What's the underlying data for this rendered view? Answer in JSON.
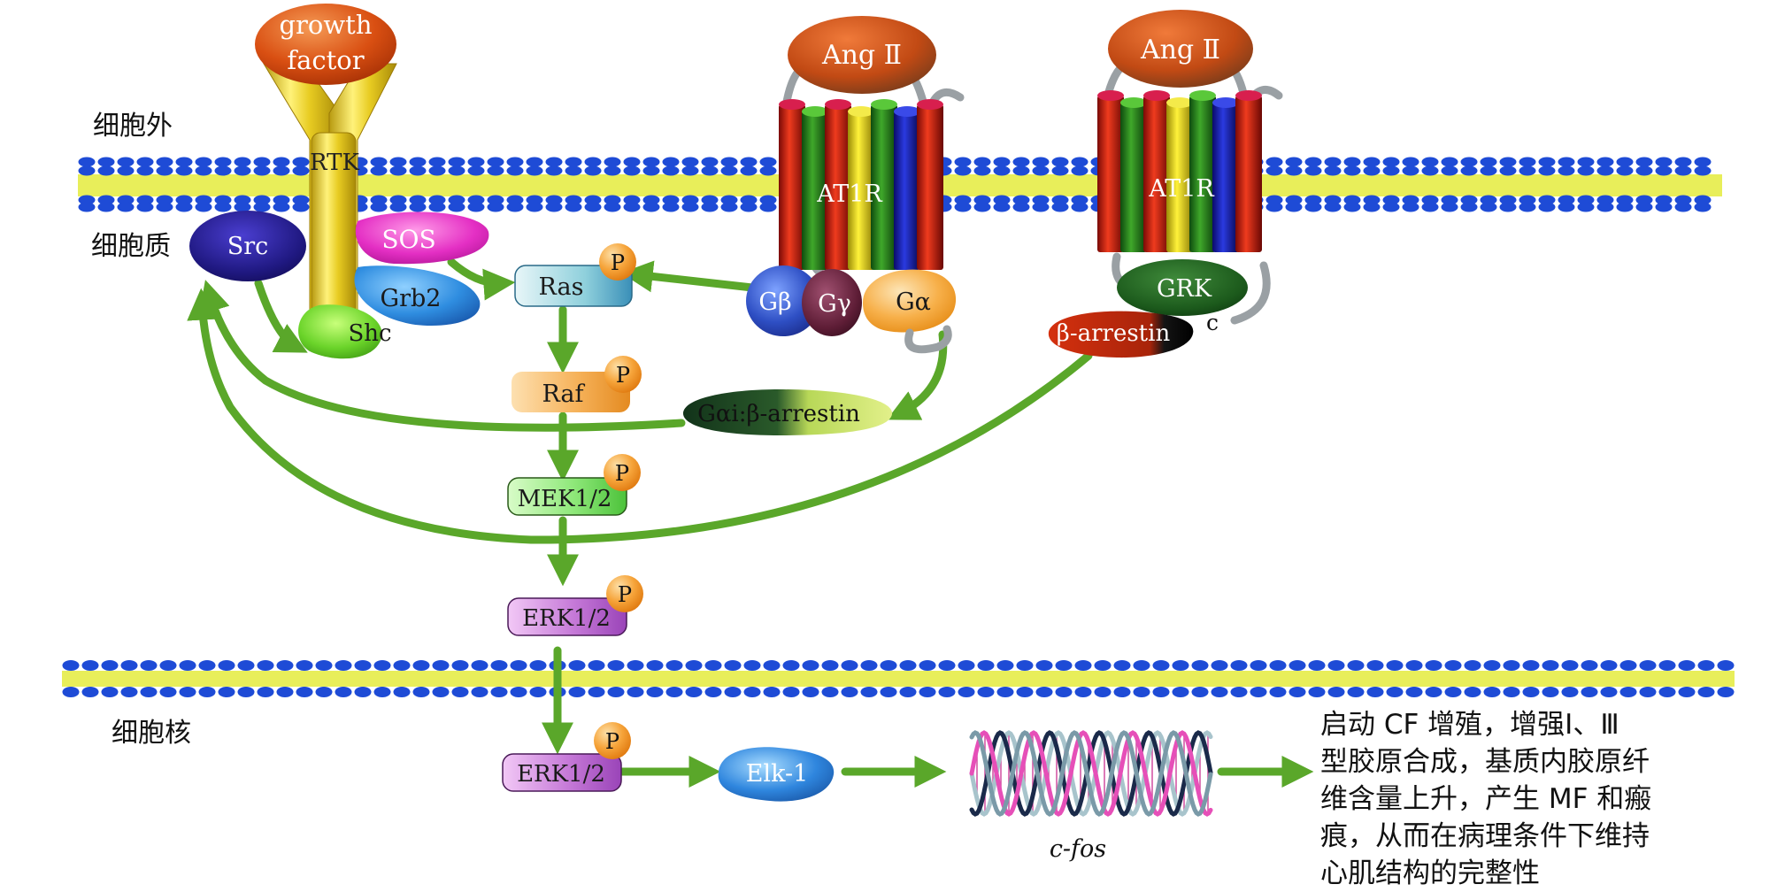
{
  "compartments": {
    "extracellular": "细胞外",
    "cytoplasm": "细胞质",
    "nucleus": "细胞核"
  },
  "molecules": {
    "growth_factor": [
      "growth",
      "factor"
    ],
    "rtk": "RTK",
    "src": "Src",
    "sos": "SOS",
    "grb2": "Grb2",
    "shc": "Shc",
    "ras": "Ras",
    "raf": "Raf",
    "mek": "MEK1/2",
    "erk_cyto": "ERK1/2",
    "erk_nuc": "ERK1/2",
    "elk": "Elk-1",
    "cfos": "c-fos",
    "phospho": "P",
    "ang2_left": "Ang Ⅱ",
    "ang2_right": "Ang Ⅱ",
    "at1r_left": "AT1R",
    "at1r_right": "AT1R",
    "g_beta": "Gβ",
    "g_gamma": "Gγ",
    "g_alpha": "Gα",
    "galpha_i_arrestin": "Gαi:β-arrestin",
    "grk": "GRK",
    "beta_arrestin": "β-arrestin",
    "c_terminal": "c"
  },
  "outcome_lines": [
    "启动 CF 增殖，增强Ⅰ、Ⅲ",
    "型胶原合成，基质内胶原纤",
    "维含量上升，产生 MF 和瘢",
    "痕，从而在病理条件下维持",
    "心肌结构的完整性"
  ],
  "colors": {
    "arrow": "#5aa72a",
    "membrane_head": "#1e4bd6",
    "membrane_tail": "#e8ee5a"
  }
}
